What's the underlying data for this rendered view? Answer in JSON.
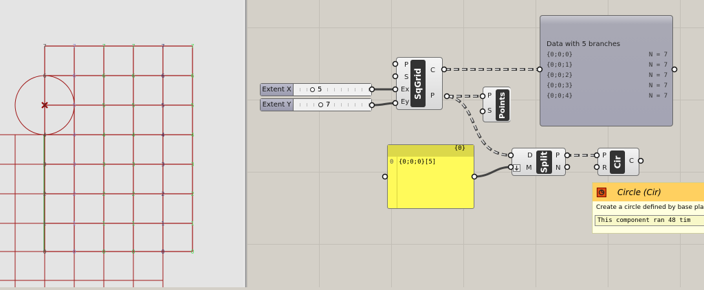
{
  "viewport": {
    "row_labels": [
      "7",
      "6",
      "5",
      "4",
      "3",
      "2",
      "1",
      "0"
    ],
    "column_label_colors": [
      "#555555",
      "#8a86c8",
      "#3cbf5a",
      "#3cbf5a",
      "#3a3a70",
      "#4fe060"
    ],
    "grid_color": "#a01818",
    "axis_color": "#20a030"
  },
  "slider_x": {
    "label": "Extent X",
    "value": "5"
  },
  "slider_y": {
    "label": "Extent Y",
    "value": "7"
  },
  "sqgrid": {
    "name": "SqGrid",
    "inputs": [
      "P",
      "S",
      "Ex",
      "Ey"
    ],
    "outputs": [
      "C",
      "P"
    ]
  },
  "points": {
    "name": "Points",
    "inputs": [
      "P",
      "S"
    ]
  },
  "viewer": {
    "title": "Data with 5 branches",
    "branches": [
      {
        "path": "{0;0;0}",
        "count": "N = 7"
      },
      {
        "path": "{0;0;1}",
        "count": "N = 7"
      },
      {
        "path": "{0;0;2}",
        "count": "N = 7"
      },
      {
        "path": "{0;0;3}",
        "count": "N = 7"
      },
      {
        "path": "{0;0;4}",
        "count": "N = 7"
      }
    ]
  },
  "panel": {
    "header": "{0}",
    "index": "0",
    "value": "{0;0;0}[5]",
    "color": "#fffa5a"
  },
  "split": {
    "name": "Split",
    "inputs": [
      "D",
      "M"
    ],
    "outputs": [
      "P",
      "N"
    ]
  },
  "circle": {
    "name": "Cir",
    "inputs": [
      "P",
      "R"
    ],
    "outputs": [
      "C"
    ]
  },
  "tooltip": {
    "title": "Circle (Cir)",
    "description": "Create a circle defined by base plan",
    "runtime": "This component ran 48 tim",
    "icon": "circle-component-icon"
  }
}
